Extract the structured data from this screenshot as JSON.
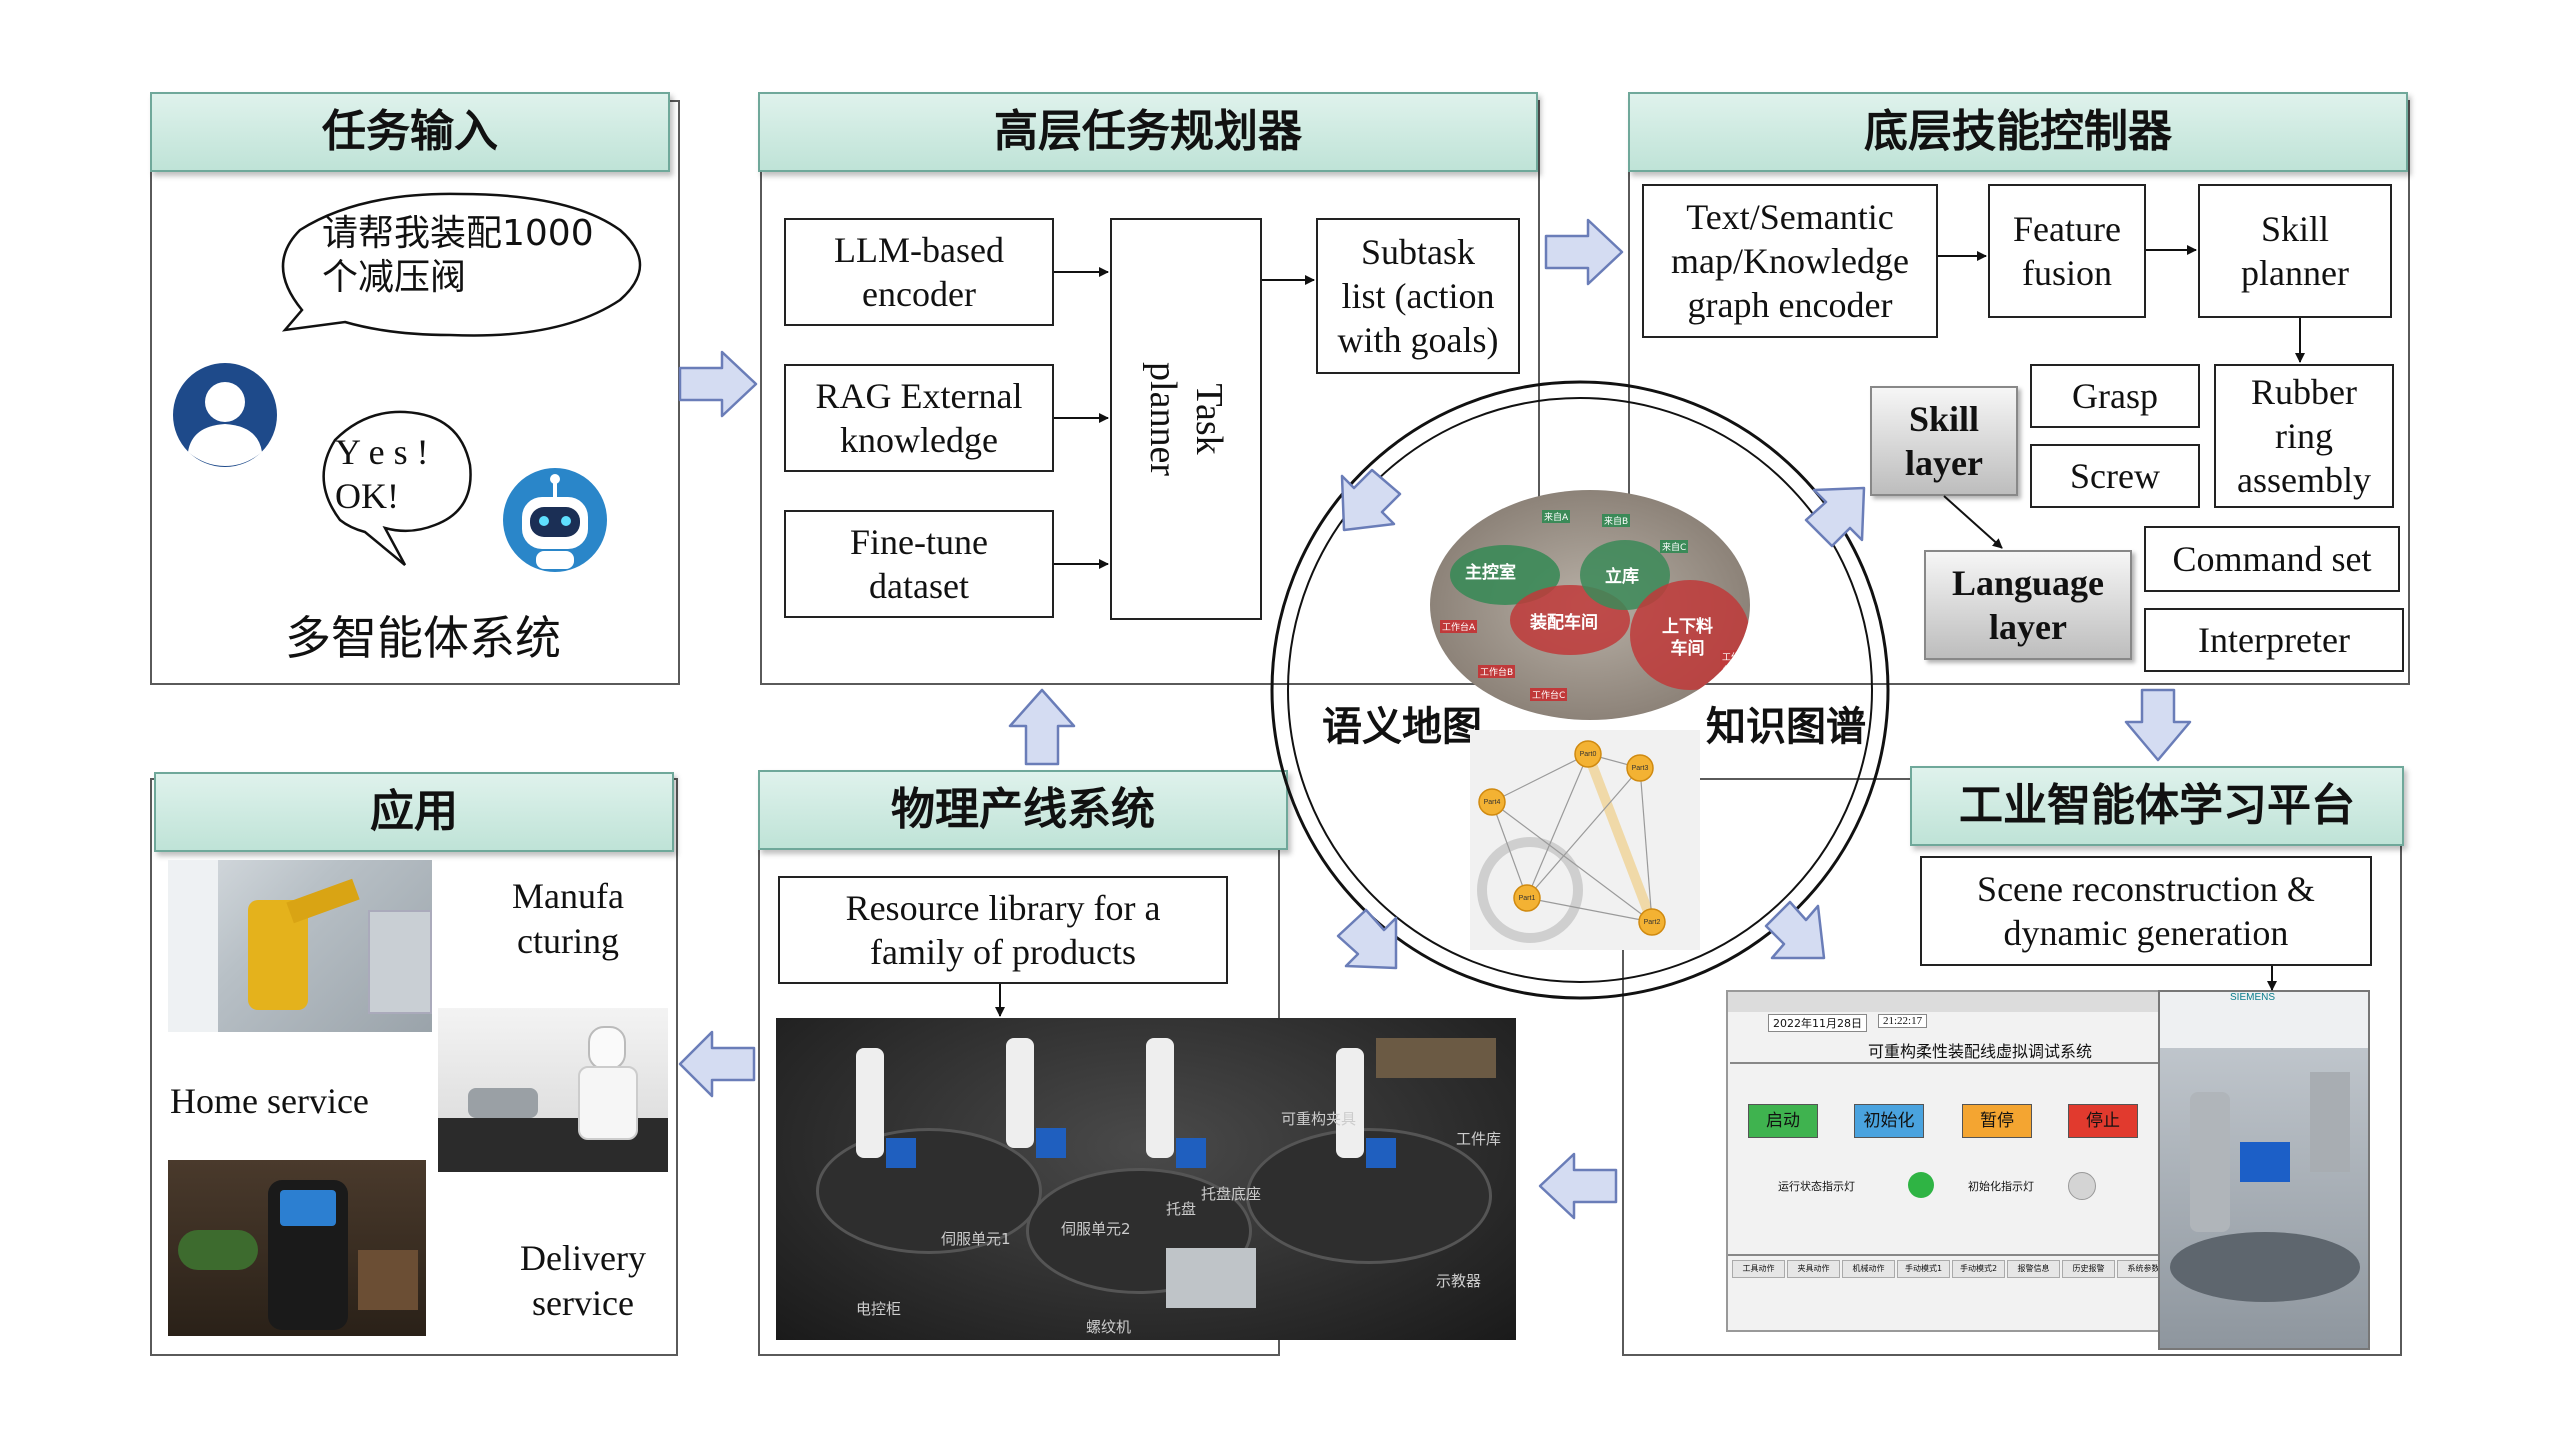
{
  "colors": {
    "header_fill": "#c7e8dd",
    "header_border": "#6fa89a",
    "arrow_fill": "#d4dcf2",
    "arrow_stroke": "#6a7db8",
    "line": "#222222"
  },
  "task_input": {
    "title": "任务输入",
    "speech_user": "请帮我装配1000\n个减压阀",
    "speech_robot": "Y e s !\nOK!",
    "caption": "多智能体系统",
    "user_icon": "user-avatar-icon",
    "robot_icon": "robot-avatar-icon"
  },
  "planner": {
    "title": "高层任务规划器",
    "llm_encoder": "LLM-based\nencoder",
    "rag": "RAG External\nknowledge",
    "finetune": "Fine-tune\ndataset",
    "task_planner": "Task\nplanner",
    "subtask": "Subtask\nlist (action\nwith goals)"
  },
  "controller": {
    "title": "底层技能控制器",
    "text_encoder": "Text/Semantic\nmap/Knowledge\ngraph encoder",
    "feature_fusion": "Feature\nfusion",
    "skill_planner": "Skill\nplanner",
    "skill_layer": "Skill\nlayer",
    "grasp": "Grasp",
    "screw": "Screw",
    "rubber_ring": "Rubber\nring\nassembly",
    "language_layer": "Language\nlayer",
    "command_set": "Command set",
    "interpreter": "Interpreter"
  },
  "center": {
    "semantic_map": "语义地图",
    "knowledge_graph": "知识图谱",
    "map_labels": [
      "主控室",
      "立库",
      "装配车间",
      "上下料\n车间",
      "工作台A",
      "工作台B",
      "工作台C",
      "来自A",
      "来自B",
      "来自C",
      "工作台D"
    ],
    "graph_nodes": [
      "Part0",
      "Part3",
      "Part4",
      "Part1",
      "Part2"
    ]
  },
  "application": {
    "title": "应用",
    "manufacturing": "Manufa\ncturing",
    "home": "Home service",
    "delivery": "Delivery\nservice"
  },
  "physical": {
    "title": "物理产线系统",
    "resource": "Resource library for a\nfamily of products",
    "photo_labels": [
      "可重构夹具",
      "托盘",
      "托盘底座",
      "伺服单元1",
      "伺服单元2",
      "电控柜",
      "螺纹机",
      "示教器",
      "工件库"
    ]
  },
  "platform": {
    "title": "工业智能体学习平台",
    "scene": "Scene reconstruction &\ndynamic generation",
    "hmi_title": "可重构柔性装配线虚拟调试系统",
    "hmi_date": "2022年11月28日",
    "hmi_time": "21:22:17",
    "hmi_buttons": [
      "启动",
      "初始化",
      "暂停",
      "停止"
    ],
    "hmi_button_colors": [
      "#3fb34f",
      "#4aa3df",
      "#f4a531",
      "#e13a2e"
    ],
    "hmi_indicators": [
      "运行状态指示灯",
      "初始化指示灯"
    ],
    "hmi_tabs": [
      "工具动作",
      "夹具动作",
      "机械动作",
      "手动模式1",
      "手动模式2",
      "报警信息",
      "历史报警",
      "系统参数"
    ],
    "sim_brand": "SIEMENS"
  }
}
